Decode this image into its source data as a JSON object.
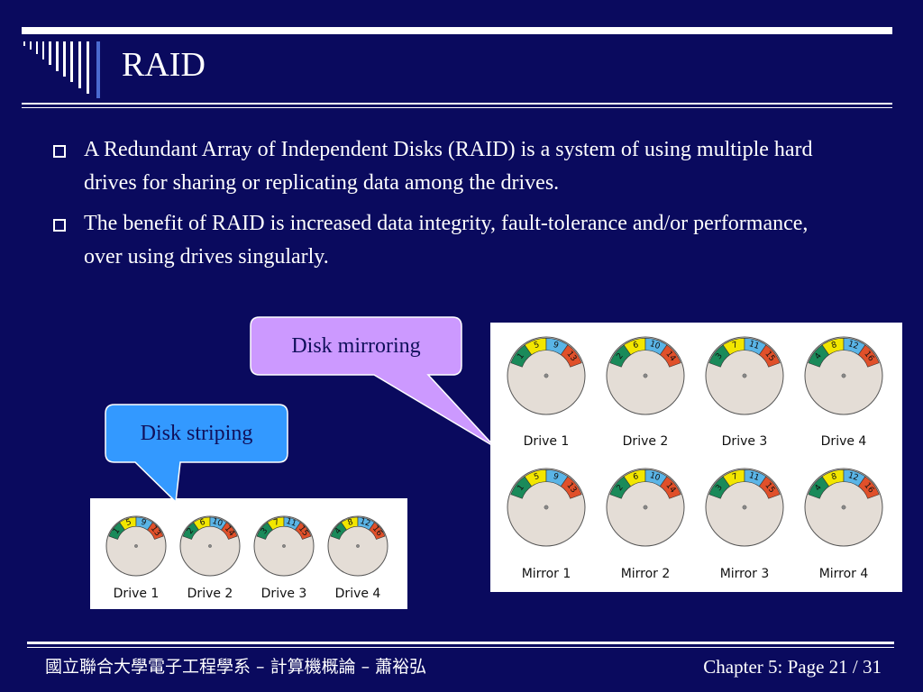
{
  "slide": {
    "title": "RAID",
    "bullets": [
      "A Redundant Array of Independent Disks (RAID) is a system of using multiple hard drives for sharing or replicating data among the drives.",
      "The benefit of RAID is increased data integrity, fault-tolerance and/or performance, over using drives singularly."
    ]
  },
  "callouts": {
    "mirroring": "Disk mirroring",
    "striping": "Disk striping"
  },
  "colors": {
    "background": "#0a0a5e",
    "callout_mirroring": "#cc99ff",
    "callout_striping": "#3399ff",
    "segment_green": "#1a8a5a",
    "segment_yellow": "#f2e600",
    "segment_blue": "#5ab4e6",
    "segment_red": "#e0502a",
    "platter": "#e4ddd6"
  },
  "mirroring_diagram": {
    "drives": [
      {
        "label": "Drive 1",
        "segments": [
          "1",
          "5",
          "9",
          "13"
        ]
      },
      {
        "label": "Drive 2",
        "segments": [
          "2",
          "6",
          "10",
          "14"
        ]
      },
      {
        "label": "Drive 3",
        "segments": [
          "3",
          "7",
          "11",
          "15"
        ]
      },
      {
        "label": "Drive 4",
        "segments": [
          "4",
          "8",
          "12",
          "16"
        ]
      },
      {
        "label": "Mirror 1",
        "segments": [
          "1",
          "5",
          "9",
          "13"
        ]
      },
      {
        "label": "Mirror 2",
        "segments": [
          "2",
          "6",
          "10",
          "14"
        ]
      },
      {
        "label": "Mirror 3",
        "segments": [
          "3",
          "7",
          "11",
          "15"
        ]
      },
      {
        "label": "Mirror 4",
        "segments": [
          "4",
          "8",
          "12",
          "16"
        ]
      }
    ]
  },
  "striping_diagram": {
    "drives": [
      {
        "label": "Drive 1",
        "segments": [
          "1",
          "5",
          "9",
          "13"
        ]
      },
      {
        "label": "Drive 2",
        "segments": [
          "2",
          "6",
          "10",
          "14"
        ]
      },
      {
        "label": "Drive 3",
        "segments": [
          "3",
          "7",
          "11",
          "15"
        ]
      },
      {
        "label": "Drive 4",
        "segments": [
          "4",
          "8",
          "12",
          "16"
        ]
      }
    ]
  },
  "footer": {
    "left": "國立聯合大學電子工程學系 – 計算機概論 – 蕭裕弘",
    "right": "Chapter 5: Page 21 / 31"
  }
}
